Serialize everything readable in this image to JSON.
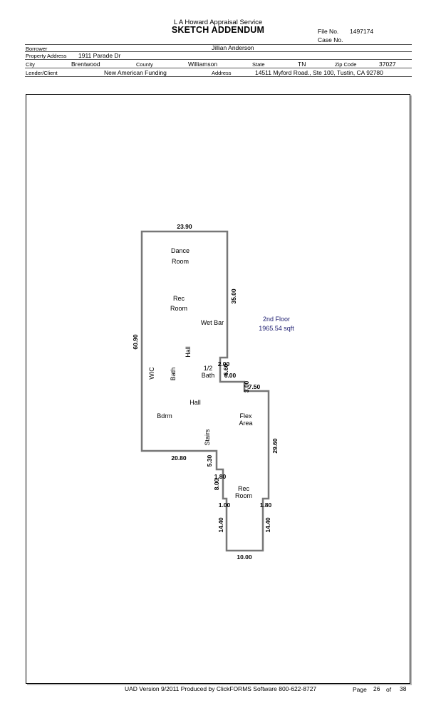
{
  "header": {
    "company": "L A Howard Appraisal Service",
    "title": "SKETCH ADDENDUM",
    "file_no_label": "File No.",
    "file_no": "1497174",
    "case_no_label": "Case No."
  },
  "form": {
    "borrower_label": "Borrower",
    "borrower": "Jillian Anderson",
    "property_label": "Property Address",
    "property": "1911 Parade Dr",
    "city_label": "City",
    "city": "Brentwood",
    "county_label": "County",
    "county": "Williamson",
    "state_label": "State",
    "state": "TN",
    "zip_label": "Zip Code",
    "zip": "37027",
    "lender_label": "Lender/Client",
    "lender": "New American Funding",
    "address_label": "Address",
    "address": "14511 Myford Road., Ste 100, Tustin, CA 92780"
  },
  "sketch": {
    "floor_name": "2nd Floor",
    "floor_area": "1965.54 sqft",
    "rooms": {
      "dance": "Dance",
      "dance2": "Room",
      "rec": "Rec",
      "rec2": "Room",
      "wetbar": "Wet Bar",
      "hall_v": "Hall",
      "wic": "WIC",
      "bath": "Bath",
      "half": "1/2",
      "half2": "Bath",
      "hall": "Hall",
      "bdrm": "Bdrm",
      "flex": "Flex",
      "flex2": "Area",
      "stairs": "Stairs",
      "rec_b": "Rec",
      "rec_b2": "Room"
    },
    "dims": {
      "top": "23.90",
      "right_upper": "35.00",
      "left": "60.90",
      "d2_00": "2.00",
      "d6_60": "6.60",
      "d6_00": "6.00",
      "d3_00": "3.00",
      "d7_50": "7.50",
      "right_mid": "29.60",
      "bottom_left": "20.80",
      "d5_30": "5.30",
      "d1_80a": "1.80",
      "d8_00": "8.00",
      "d1_00": "1.00",
      "d1_80b": "1.80",
      "d14_40a": "14.40",
      "d14_40b": "14.40",
      "bottom": "10.00"
    }
  },
  "footer": {
    "version": "UAD Version 9/2011 Produced by ClickFORMS Software 800-622-8727",
    "page_label": "Page",
    "page": "26",
    "of_label": "of",
    "total": "38"
  }
}
